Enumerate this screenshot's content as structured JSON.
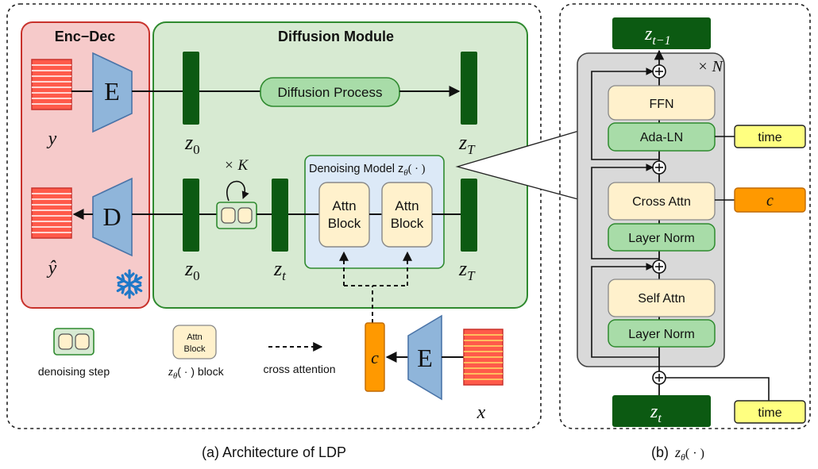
{
  "panel_a": {
    "caption": "(a) Architecture of LDP",
    "encdec_title": "Enc−Dec",
    "diffusion_title": "Diffusion Module",
    "encoder_letter": "E",
    "decoder_letter": "D",
    "y_label": "y",
    "yhat_label": "ŷ",
    "z0_label": "z",
    "z0_sub": "0",
    "zT_label": "z",
    "zT_sub": "T",
    "zt_label": "z",
    "zt_sub": "t",
    "diffusion_process": "Diffusion Process",
    "repeat_label": "× K",
    "denoising_model_label": "Denoising Model z",
    "denoising_model_sub": "θ",
    "denoising_model_arg": "( · )",
    "attn_block_line1": "Attn",
    "attn_block_line2": "Block",
    "cond_label": "c",
    "cond_encoder_letter": "E",
    "x_label": "x",
    "legend": {
      "denoising_step": "denoising step",
      "attn_block_small_line1": "Attn",
      "attn_block_small_line2": "Block",
      "block_z": "z",
      "block_sub": "θ",
      "block_rest": "( · ) block",
      "cross_attention": "cross attention"
    }
  },
  "panel_b": {
    "caption_prefix": "(b)",
    "caption_z": "z",
    "caption_sub": "θ",
    "caption_arg": "( · )",
    "z_top": "z",
    "z_top_sub": "t−1",
    "z_bottom": "z",
    "z_bottom_sub": "t",
    "repeat_label": "× N",
    "ffn": "FFN",
    "ada_ln": "Ada-LN",
    "time_top": "time",
    "cross_attn": "Cross Attn",
    "cond": "c",
    "layer_norm_1": "Layer Norm",
    "self_attn": "Self Attn",
    "layer_norm_2": "Layer Norm",
    "time_bottom": "time"
  },
  "colors": {
    "dark_green": "#0c5a12",
    "green_fill": "#a8dca8",
    "green_border": "#2f8a2f",
    "module_green_bg": "#d7ead2",
    "pink_bg": "#f6caca",
    "red_border": "#c8322c",
    "cream_fill": "#fff1cc",
    "blue_encoder": "#8fb5da",
    "light_blue_bg": "#dce9f7",
    "orange": "#ff9900",
    "yellow": "#ffff80",
    "gray_bg": "#d9d9d9",
    "snowflake_blue": "#1f78c8",
    "red_stack": "#ff5a4a"
  },
  "icons": [
    "snowflake-icon",
    "plus-circle-icon"
  ]
}
